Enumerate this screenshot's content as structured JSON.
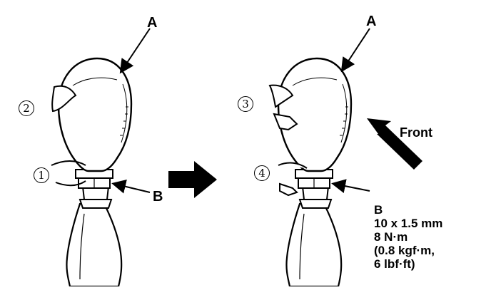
{
  "labels": {
    "part_a": "A",
    "part_b": "B"
  },
  "steps": [
    "1",
    "2",
    "3",
    "4"
  ],
  "front_label": "Front",
  "torque_spec": {
    "size": "10 x 1.5 mm",
    "torque_nm": "8 N·m",
    "torque_kgfm": "(0.8 kgf·m,",
    "torque_lbfft": "6 lbf·ft)"
  }
}
